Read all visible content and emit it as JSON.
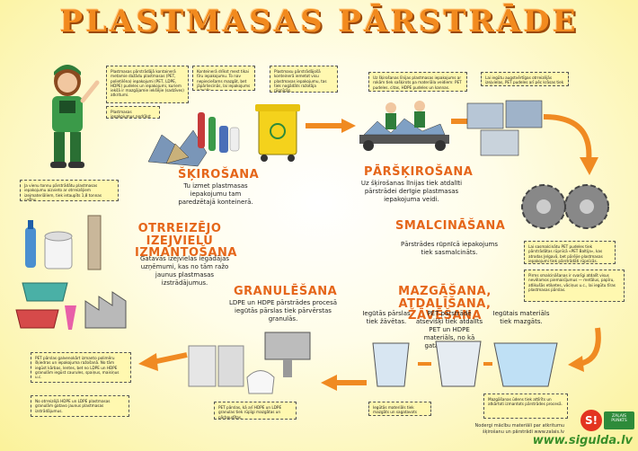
{
  "title": "PLASTMASAS PĀRSTRĀDE",
  "notes": {
    "n1": "Plastmasas pārstrādājā kontainerā metamie dažādu plastmasas (PET, polietilēna) iepakojumi (PET, LDPE, HDPE) pudeles un iepakojumi, kuriem iekšā ir mazgājamie iekšējie (sadzīves) atkritumi.",
    "n2": "Plastmasas iepakojumus nedrīkst jaukt ar citiem atkritumiem.",
    "n3": "Konteinerā drīkst mest tikai tīru iepakojumu. To nav nepieciešams mazgāt, bet jāpārliecinās, lai iepakojums ir tukšs.",
    "n4": "Plastmasu pārstrādājošā konteinerā iemetot visu plastmasas iepakojumu, tas tiek nogādāts ražotāja rūpnīcās.",
    "n5": "Uz šķirošanas līnijas plastmasas iepakojums ar rokām tiek sašķirots pa materiāla veidiem: PET pudeles, citas, HDPE pudeles un kannas.",
    "n6": "Lai iegūtu augstvērtīgas otrreizējās izejvielas, PET pudeles arī pēc krāsas tiek šķirotas.",
    "n7": "Ja vienu tonnu pārstrādātu plastmasas iepakojumu aizvieto ar otrreizējiem izejmateriāliem, tiek ietaupīts 1,8 tonnas naftas.",
    "n8": "Lai sasmalcinātu PET pudeles tiek pārstrādātas rūpnīcā «PET Baltija», kas atrodas Jelgavā, bet pārējie plastmasas iepakojumi tiek pārstrādāti rūpnīcās.",
    "n9": "Pirms smalcināšanas ir svarīgi atdalīt visus nevēlamos piemaisījumus — metālus, papīru, atlikušās etiķetes, vāciņus u.c., lai iegūtu tīras plastmasas pārslas.",
    "n10": "PET pārslas galvenokārt izmanto polimēru šķiedras un iepakojuma ražošanā. No tām iegūst kārbas, lentes, bet no LDPE un HDPE granulām iegūst caurules, spaiņus, maisiņus u.c.",
    "n11": "No otrreizējā HDPE un LDPE plastmasas granulām gatavo jaunus plastmasas izstrādājumus.",
    "n12": "PET pārslas, kā arī HDPE un LDPE granulas tiek rūpīgi mazgātas un pārbaudītas.",
    "n13": "Iegūtās materiāls tiek mazgāts un sagatavots granulēšanai.",
    "n14": "Mazgāšanas ūdens tiek attīrīts un atkārtoti izmantots pārstrādes procesā."
  },
  "stages": {
    "s1_title": "ŠĶIROŠANA",
    "s1_desc": "Tu izmet plastmasas iepakojumu tam paredzētajā konteinerā.",
    "s2_title": "PĀRŠĶIROŠANA",
    "s2_desc": "Uz šķirošanas līnijas tiek atdalīti pārstrādei derīgie plastmasas iepakojuma veidi.",
    "s3_title": "SMALCINĀŠANA",
    "s3_desc": "Pārstrādes rūpnīcā iepakojums tiek sasmalcināts.",
    "s4_title": "MAZGĀŠANA, ATDALĪŠANA, ŽĀVĒŠANA",
    "s4_desc_a": "Iegūtās pārslas tiek žāvētas.",
    "s4_desc_b": "PET pārstrādē atsevišķi tiek atdalīts PET un HDPE materiāls, no kā gatavoti pudeļu korķīši.",
    "s4_desc_c": "Iegūtais materiāls tiek mazgāts.",
    "s5_title": "GRANULĒŠANA",
    "s5_desc": "LDPE un HDPE pārstrādes procesā iegūtās pārslas tiek pārvērstas granulās.",
    "s6_title": "OTRREIZĒJO IZEJVIELU IZMANTOŠANA",
    "s6_desc": "Gatavās izejvielas iegādājas uzņēmumi, kas no tām ražo jaunus plastmasas izstrādājumus."
  },
  "footer": {
    "text1": "Nodergi mācību materiāli par atkritumu",
    "text2": "šķirošanu un pārstrādi www.zalais.lv",
    "url": "www.sigulda.lv",
    "logo_s": "S!",
    "logo_zp": "ZAĻAIS PUNKTS"
  },
  "colors": {
    "accent": "#f28a1e",
    "stage_title": "#e5661a",
    "url": "#3a8f2a"
  }
}
